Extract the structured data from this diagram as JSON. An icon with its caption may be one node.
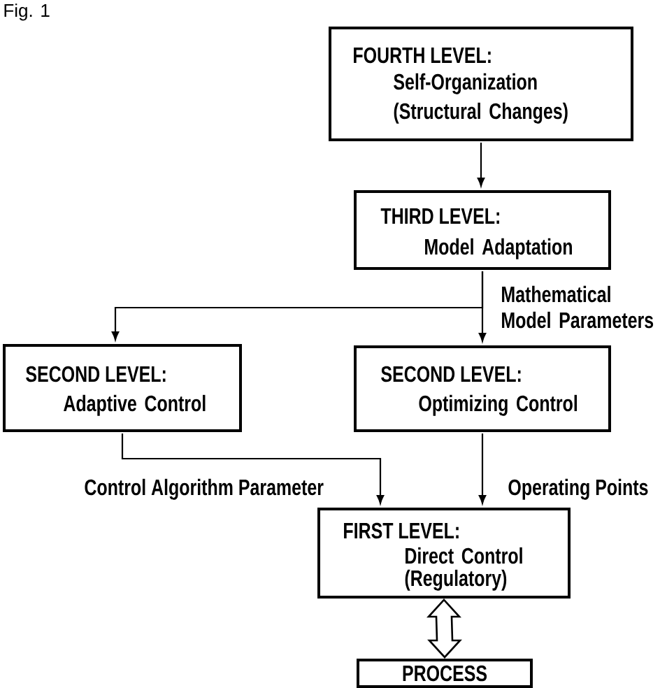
{
  "diagram": {
    "nodes": [
      {
        "text": [
          "FOURTH LEVEL:",
          "Self-Organization (Structural Changes)"
        ]
      },
      {
        "text": [
          "THIRD LEVEL:",
          "Model Adaptation"
        ]
      },
      {
        "text": [
          "SECOND LEVEL:",
          "Adaptive Control"
        ]
      },
      {
        "text": [
          "SECOND LEVEL:",
          "Optimizing Control"
        ]
      },
      {
        "text": [
          "FIRST LEVEL:",
          "Direct Control (Regulatory)"
        ]
      },
      {
        "text": [
          "PROCESS"
        ]
      }
    ],
    "edges": [
      {
        "from": 0,
        "to": 1,
        "arrow": "to"
      },
      {
        "from": 1,
        "to": 2,
        "arrow": "to"
      },
      {
        "from": 1,
        "to": 3,
        "arrow": "to",
        "label": "Mathematical Model Parameters"
      },
      {
        "from": 2,
        "to": 4,
        "arrow": "to",
        "label": "Control Algorithm Parameter"
      },
      {
        "from": 3,
        "to": 4,
        "arrow": "to",
        "label": "Operating Points"
      },
      {
        "from": 4,
        "to": 5,
        "arrow": "both",
        "style": "thick"
      }
    ],
    "labels": [
      "Fig. 1"
    ]
  }
}
